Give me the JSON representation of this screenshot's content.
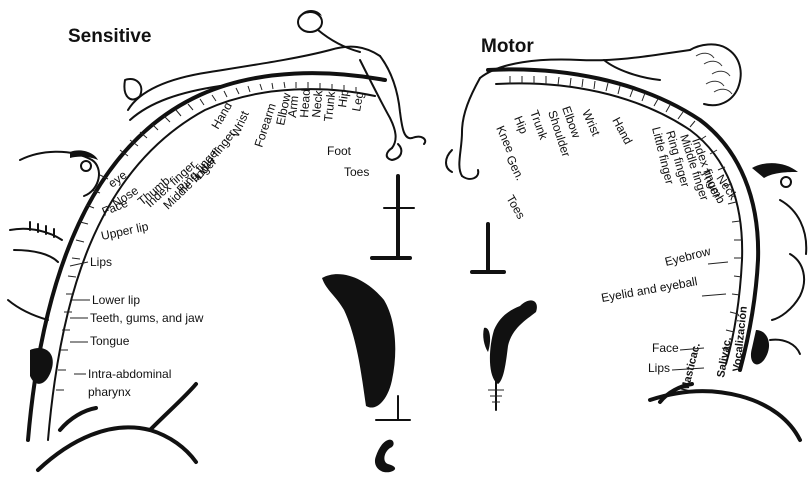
{
  "sensitive": {
    "title": "Sensitive",
    "labels": [
      "Toes",
      "Foot",
      "Leg",
      "Hip",
      "Trunk",
      "Neck",
      "Head",
      "Arm",
      "Elbow",
      "Forearm",
      "Wrist",
      "Hand",
      "Little finger",
      "Ring finger",
      "Middle finger",
      "Index finger",
      "Thumb",
      "eye",
      "Nose",
      "Face",
      "Upper lip",
      "Lips",
      "Lower lip",
      "Teeth, gums, and jaw",
      "Tongue",
      "Intra-abdominal",
      "pharynx"
    ]
  },
  "motor": {
    "title": "Motor",
    "labels": [
      "Toes",
      "Gen.",
      "Knee",
      "Hip",
      "Trunk",
      "Shoulder",
      "Elbow",
      "Wrist",
      "Hand",
      "Little finger",
      "Ring finger",
      "Middle finger",
      "Index finger",
      "Thumb",
      "Neck",
      "Eyebrow",
      "Eyelid and eyeball",
      "Face",
      "Lips",
      "Masticac.",
      "Salivac.",
      "Vocalización"
    ]
  }
}
